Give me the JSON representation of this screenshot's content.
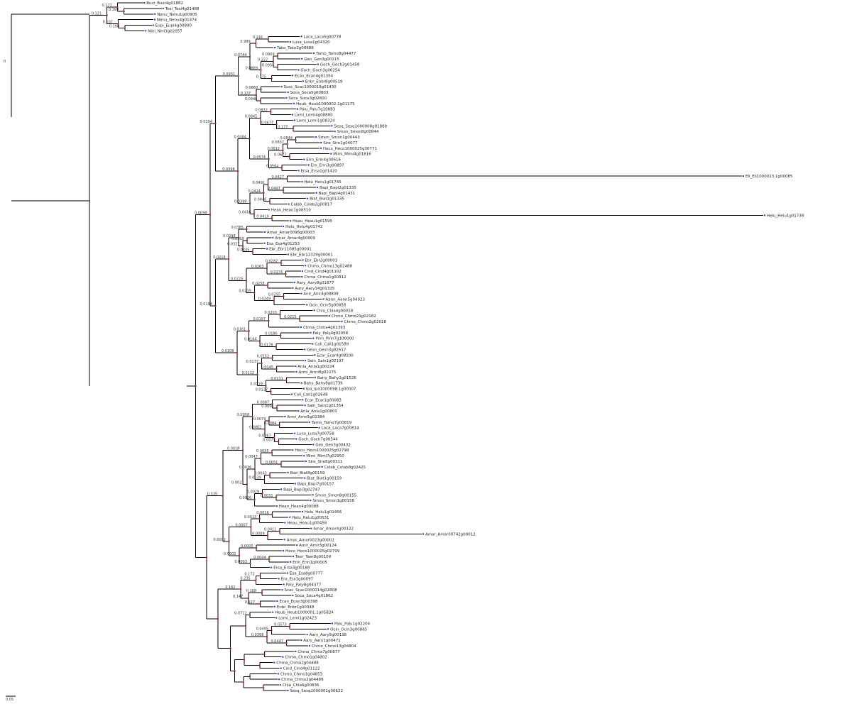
{
  "tree": {
    "scale_label": "0.05",
    "root_label": "0",
    "tips": [
      "Bust_Bust4g01882",
      "Tesi_Tesi4g01488",
      "Nenu_Nenu1g00905",
      "Nenu_Nenu4g01474",
      "Eupi_Eupi4g00800",
      "Ninl_Ninl3g02057",
      "Laca_Laca5g00778",
      "Lusa_Lusa1g04320",
      "Tako_Tako3g00888",
      "Tamo_Tamo8g04477",
      "Gen_Gen3g00115",
      "Goch_Goch3g01458",
      "Goch_Goch3g00254",
      "Ecan_Ecan4g01354",
      "Enbr_Enbr8g00519",
      "Scac_Scac1000018g01430",
      "Soca_Soca5g00803",
      "Soca_Soca3g02800",
      "Heub_Heub1000002.1g01175",
      "Palu_Palu7g10883",
      "Lomi_Lomi4g08800",
      "Lomi_Lomi1g08324",
      "Sesq_Sesq1000008g01888",
      "Smon_Smon8g00844",
      "Smon_Smon1g00443",
      "Sire_Sire1g04077",
      "Heco_Heco1000025g00771",
      "Mimi_Mimi4g01816",
      "Erin_Erin4g00616",
      "Ero_Erin3g00897",
      "Ersa_Ersa1g01420",
      "Eli_Eli1000013.1g00085",
      "Helu_Helu1g01745",
      "Bapi_Bapi2g01335",
      "Bapi_Bapi4g01431",
      "Biat_Biat1g01335",
      "Colab_Colab2g00817",
      "Hean_Hean1g08510",
      "Helu_Helu1g01738",
      "Heau_Heau1g01595",
      "Helu_Helu4g01742",
      "Amar_Amar0098g00003",
      "Amar_Amar4g00009",
      "Esa_Esa4g01253",
      "Ebr_Ebr11085g00001",
      "Ebr_Ebr12329g00001",
      "Ebr_Ebr2g00003",
      "Chmo_Chmo13g02488",
      "Cind_Cind4g01102",
      "Chma_Chma1g00812",
      "Aary_Aary8g01877",
      "Aary_Aary14g01325",
      "Anir_Anir4g08808",
      "Aann_Aann5g04923",
      "Ocin_Ocin5g00858",
      "Chla_Chla4g00018",
      "Chmo_Chmo21g02182",
      "Chmo_Chmo2g02018",
      "Chma_Chma4g01393",
      "Paly_Paly4g02058",
      "Pinh_Pinh7g100000",
      "Cali_Cali1g01589",
      "Gesn_Gesn3g02517",
      "Ecar_Ecar4g08100",
      "Sain_Sain1g02197",
      "Anla_Anla1g00224",
      "Armi_Armi6g02275",
      "Bahy_Bahy2g01526",
      "Bahy_Bahy8g01736",
      "Ipa_Ipa1000098.1g00007",
      "Cali_Cali1g02648",
      "Ecar_Ecar1g00083",
      "Sain_Sain1g01364",
      "Anla_Anla1g00803",
      "Armi_Armi5g01384",
      "Tamo_Tamo7g00819",
      "Laca_Laca7g00814",
      "Lusa_Lusa7g00758",
      "Goch_Goch7g00544",
      "Gen_Gen3g00432",
      "Heco_Heco1000025g02798",
      "Mimi_Mimi7g02950",
      "Sire_Sire8g00311",
      "Colab_Colab8g02425",
      "Biat_Biat8g00159",
      "Biat_Biat1g00159",
      "Bapi_Bapi7g00157",
      "Bapi_Bapi3g02747",
      "Smon_Smon8g00155",
      "Smon_Smon1g00158",
      "Hean_Hean4g00088",
      "Helu_Helu1g01456",
      "Helu_Helu1g00531",
      "Heau_Heau1g00458",
      "Amar_Amar4g00122",
      "Amar_Amar00742g00012",
      "Amar_Amar0023g00001",
      "Amir_Amir3g00124",
      "Heco_Heco1000025g02799",
      "Taer_Taer8g00109",
      "Erin_Erin1g00005",
      "Ersa_Ersa3g00188",
      "Esa_Esa8g00777",
      "Era_Era1g00097",
      "Paly_Paly8g04377",
      "Scac_Scac1000014g02808",
      "Soca_Soca4g01862",
      "Ecan_Ecan3g00398",
      "Enbr_Enbr1g00348",
      "Heub_Heub1000001.1g05824",
      "Lomi_Lomi1g02423",
      "Palu_Palu1g02204",
      "Ocin_Ocin3g00885",
      "Aary_Aary5g00138",
      "Aary_Aary1g00471",
      "Chmo_Chmo13g04804",
      "Chma_Chma7g00877",
      "Chmo_Chmo1g04802",
      "Chma_Chma2g04488",
      "Cind_Cind4g01122",
      "Chmo_Chmo1g04853",
      "Chma_Chma2g04489",
      "Chla_Chla6g00836",
      "Sesq_Sesq1000001g00622"
    ],
    "supports": [
      "0.199",
      "0.177",
      "0.108",
      "0.107",
      "0.121",
      "0.116",
      "0.999",
      "0.0909",
      "0.0954",
      "0.222",
      "0.175",
      "0.0889",
      "0.0744",
      "0.0868",
      "0.0948",
      "0.137",
      "0.0931",
      "0.0832",
      "0.177",
      "0.0677",
      "0.0845",
      "0.0844",
      "0.0837",
      "0.0677",
      "0.0612",
      "0.0564",
      "0.0574",
      "0.0484",
      "0.0427",
      "0.0497",
      "0.0491",
      "0.0446",
      "0.0424",
      "0.0419",
      "0.0416",
      "0.0398",
      "0.0398",
      "0.0394",
      "0.0385",
      "0.0368",
      "0.0335",
      "0.0321",
      "0.0298",
      "0.0282",
      "0.0274",
      "0.0263",
      "0.0258",
      "0.0255",
      "0.0249",
      "0.0235",
      "0.0225",
      "0.0218",
      "0.0215",
      "0.0203",
      "0.0197",
      "0.0186",
      "0.0178",
      "0.0164",
      "0.0161",
      "0.0152",
      "0.0145",
      "0.0137",
      "0.0131",
      "0.0127",
      "0.0119",
      "0.0112",
      "0.0108",
      "0.0104",
      "0.0098",
      "0.0096",
      "0.0087",
      "0.0084",
      "0.0079",
      "0.0073",
      "0.0067",
      "0.0062",
      "0.0058",
      "0.0055",
      "0.0051",
      "0.0047",
      "0.0043",
      "0.0039",
      "0.0036",
      "0.0031",
      "0.0029",
      "0.0026",
      "0.0021",
      "0.0018",
      "0.0016",
      "0.0013",
      "0.0011",
      "0.0009",
      "0.0007",
      "0.0005",
      "0.0004",
      "0.0003",
      "0.0002",
      "0.0001",
      "0.335",
      "0.172",
      "0.235",
      "0.108",
      "0.127",
      "0.147",
      "0.162",
      "0.0712",
      "0.0573",
      "0.0495",
      "0.0447",
      "0.0398"
    ],
    "colors": {
      "branch": "#000000",
      "node_marker": "#cc2222",
      "tip_marker": "#2233cc",
      "text": "#222222"
    }
  }
}
